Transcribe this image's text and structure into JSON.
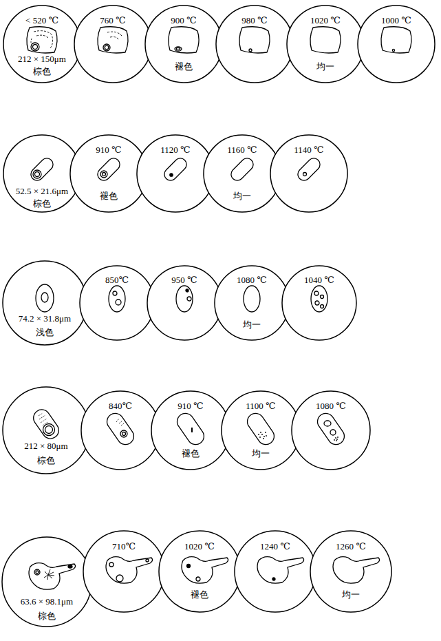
{
  "diagram": {
    "nodes": [
      {
        "text": [
          "< 520 ℃",
          "212 × 150μm",
          "棕色"
        ]
      },
      {
        "text": [
          "760 ℃"
        ]
      },
      {
        "text": [
          "900 ℃",
          "褪色"
        ]
      },
      {
        "text": [
          "980 ℃"
        ]
      },
      {
        "text": [
          "1020 ℃",
          "均一"
        ]
      },
      {
        "text": [
          "1000 ℃"
        ]
      },
      {
        "text": [
          "52.5 × 21.6μm",
          "棕色"
        ]
      },
      {
        "text": [
          "910 ℃",
          "褪色"
        ]
      },
      {
        "text": [
          "1120 ℃"
        ]
      },
      {
        "text": [
          "1160 ℃",
          "均一"
        ]
      },
      {
        "text": [
          "1140 ℃"
        ]
      },
      {
        "text": [
          "74.2 × 31.8μm",
          "浅色"
        ]
      },
      {
        "text": [
          "850℃"
        ]
      },
      {
        "text": [
          "950 ℃"
        ]
      },
      {
        "text": [
          "1080 ℃",
          "均一"
        ]
      },
      {
        "text": [
          "1040 ℃"
        ]
      },
      {
        "text": [
          "212 × 80μm",
          "棕色"
        ]
      },
      {
        "text": [
          "840℃"
        ]
      },
      {
        "text": [
          "910 ℃",
          "褪色"
        ]
      },
      {
        "text": [
          "1100 ℃",
          "均一"
        ]
      },
      {
        "text": [
          "1080 ℃"
        ]
      },
      {
        "text": [
          "63.6 × 98.1μm",
          "棕色"
        ]
      },
      {
        "text": [
          "710℃"
        ]
      },
      {
        "text": [
          "1020 ℃",
          "褪色"
        ]
      },
      {
        "text": [
          "1240 ℃"
        ]
      },
      {
        "text": [
          "1260 ℃",
          "均一"
        ]
      }
    ]
  }
}
